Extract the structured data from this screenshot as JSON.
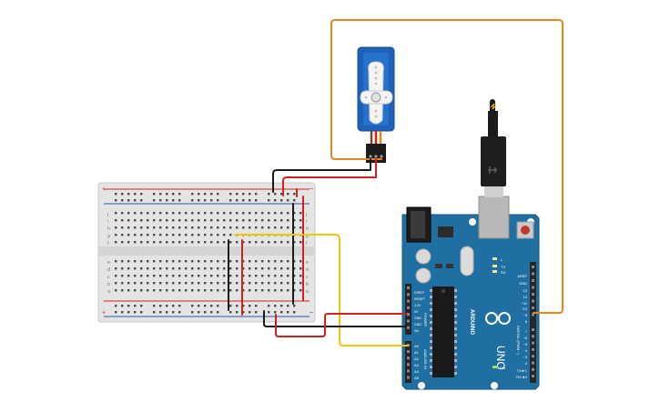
{
  "arduino": {
    "logo_text": "ARDUINO",
    "model": "UNO",
    "on_label": "ON",
    "tx_label": "TX",
    "rx_label": "RX",
    "l_label": "L",
    "digital_label": "DIGITAL (PWM ~)",
    "power_label": "POWER",
    "analog_label": "ANALOG IN",
    "digital_pins": [
      "AREF",
      "GND",
      "13",
      "12",
      "~11",
      "~10",
      "~9",
      "8",
      "7",
      "~6",
      "~5",
      "4",
      "~3",
      "2",
      "TX►1",
      "RX◄0"
    ],
    "power_pins": [
      "IOREF",
      "RESET",
      "3.3V",
      "5V",
      "GND",
      "GND",
      "Vin"
    ],
    "analog_pins": [
      "A0",
      "A1",
      "A2",
      "A3",
      "A4",
      "A5"
    ]
  },
  "breadboard": {
    "rail_top_plus": "+",
    "rail_top_minus": "−",
    "rail_bottom_plus": "+",
    "rail_bottom_minus": "−",
    "row_letters_top": [
      "j",
      "i",
      "h",
      "g",
      "f"
    ],
    "row_letters_bottom": [
      "e",
      "d",
      "c",
      "b",
      "a"
    ]
  },
  "colors": {
    "board": "#1f6fa3",
    "header": "#262626",
    "wire_orange": "#e8861a",
    "wire_red": "#d21f1f",
    "wire_black": "#1b1b1b",
    "wire_yellow": "#f2c40f",
    "servo": "#1d62b8",
    "breadboard": "#e6e6e6"
  }
}
